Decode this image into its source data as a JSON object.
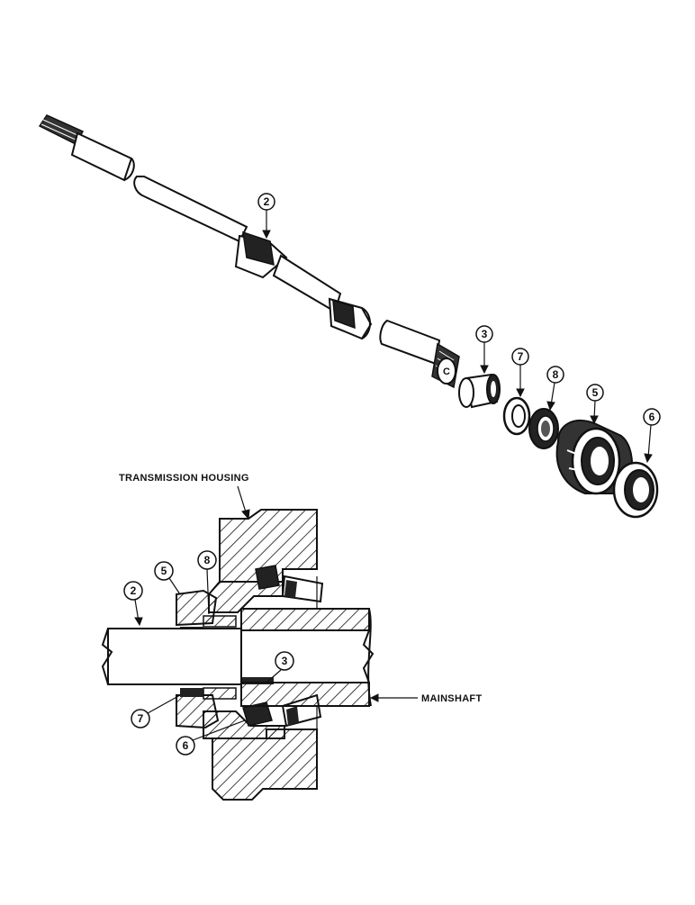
{
  "labels": {
    "housing": "TRANSMISSION HOUSING",
    "mainshaft": "MAINSHAFT"
  },
  "callouts": {
    "shaft": "2",
    "sleeve": "3",
    "washer": "7",
    "bearing": "8",
    "collar": "5",
    "seal": "6"
  },
  "section_callouts": {
    "shaft": "2",
    "collar": "5",
    "bearing": "8",
    "sleeve": "3",
    "washer": "7",
    "seal": "6"
  }
}
